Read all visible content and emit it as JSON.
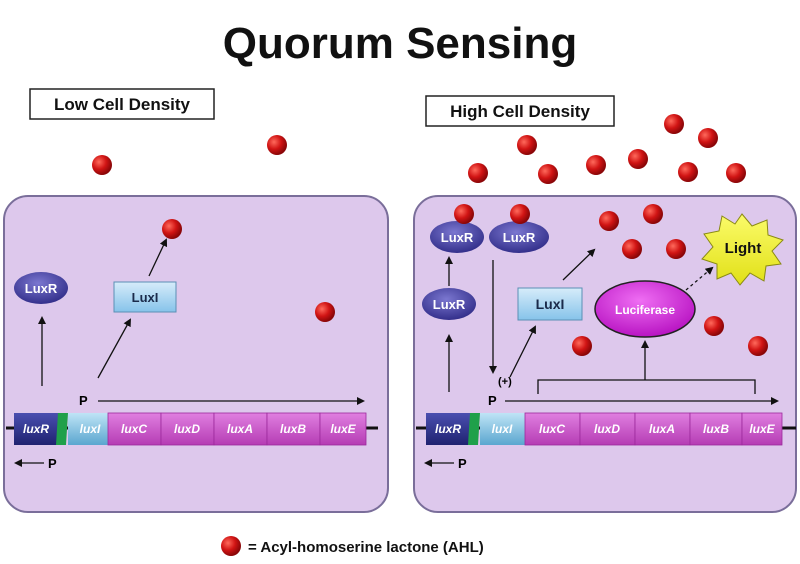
{
  "title": "Quorum Sensing",
  "low": {
    "label": "Low Cell Density",
    "luxr": "LuxR",
    "luxi": "LuxI",
    "p_forward": "P",
    "p_reverse": "P"
  },
  "high": {
    "label": "High Cell Density",
    "luxr_single": "LuxR",
    "luxr_dimer_1": "LuxR",
    "luxr_dimer_2": "LuxR",
    "luxi": "LuxI",
    "luciferase": "Luciferase",
    "light": "Light",
    "plus": "(+)",
    "p_forward": "P",
    "p_reverse": "P"
  },
  "genes": [
    "luxR",
    "luxI",
    "luxC",
    "luxD",
    "luxA",
    "luxB",
    "luxE"
  ],
  "legend": "= Acyl-homoserine lactone (AHL)",
  "colors": {
    "cell_fill": "#ddc8ec",
    "cell_stroke": "#7a6e9a",
    "ahl": "#c8101a",
    "protein_luxr": "#3f3a9c",
    "protein_luxi": "#a9d4f0",
    "gene_luxr": "#2a2d8c",
    "gene_luxi": "#8ecde9",
    "gene_operon": "#cc52c8",
    "luciferase": "#c81ed0",
    "light": "#f2f22a"
  }
}
